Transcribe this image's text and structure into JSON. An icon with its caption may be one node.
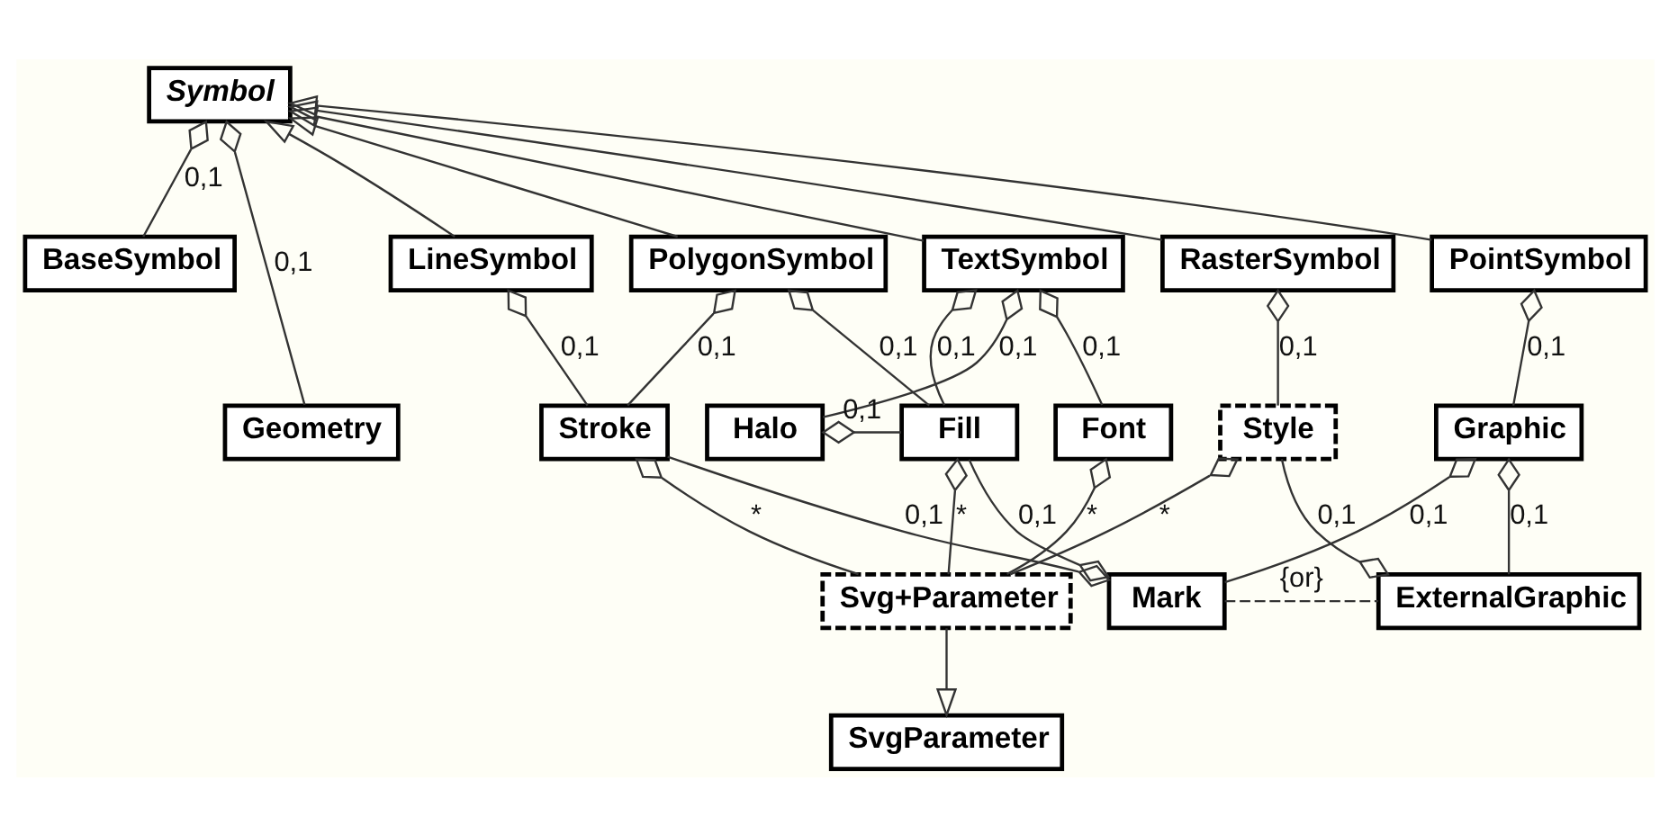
{
  "diagram": {
    "nodes": [
      {
        "text": [
          "Symbol"
        ]
      },
      {
        "text": [
          "BaseSymbol"
        ]
      },
      {
        "text": [
          "LineSymbol"
        ]
      },
      {
        "text": [
          "PolygonSymbol"
        ]
      },
      {
        "text": [
          "TextSymbol"
        ]
      },
      {
        "text": [
          "PointSymbol"
        ]
      },
      {
        "text": [
          "RasterSymbol"
        ]
      },
      {
        "text": [
          "Geometry"
        ]
      },
      {
        "text": [
          "Stroke"
        ]
      },
      {
        "text": [
          "Fill"
        ]
      },
      {
        "text": [
          "Halo"
        ]
      },
      {
        "text": [
          "Font"
        ]
      },
      {
        "text": [
          "Graphic"
        ]
      },
      {
        "text": [
          "Style"
        ]
      },
      {
        "text": [
          "SvgParameter"
        ]
      },
      {
        "text": [
          "Svg+Parameter"
        ]
      },
      {
        "text": [
          "Mark"
        ]
      },
      {
        "text": [
          "ExternalGraphic"
        ]
      }
    ],
    "edges": [
      {
        "from": 0,
        "to": 1,
        "arrow": "other",
        "label": "0,1"
      },
      {
        "from": 0,
        "to": 7,
        "arrow": "other",
        "label": "0,1"
      },
      {
        "from": 2,
        "to": 0,
        "arrow": "to"
      },
      {
        "from": 3,
        "to": 0,
        "arrow": "to"
      },
      {
        "from": 4,
        "to": 0,
        "arrow": "to"
      },
      {
        "from": 5,
        "to": 0,
        "arrow": "to"
      },
      {
        "from": 6,
        "to": 0,
        "arrow": "to"
      },
      {
        "from": 2,
        "to": 8,
        "arrow": "other",
        "label": "0,1"
      },
      {
        "from": 3,
        "to": 8,
        "arrow": "other",
        "label": "0,1"
      },
      {
        "from": 3,
        "to": 9,
        "arrow": "other",
        "label": "0,1"
      },
      {
        "from": 4,
        "to": 9,
        "arrow": "other",
        "label": "0,1"
      },
      {
        "from": 4,
        "to": 10,
        "arrow": "other",
        "label": "0,1"
      },
      {
        "from": 4,
        "to": 11,
        "arrow": "other",
        "label": "0,1"
      },
      {
        "from": 5,
        "to": 12,
        "arrow": "other",
        "label": "0,1"
      },
      {
        "from": 6,
        "to": 13,
        "arrow": "other",
        "label": "0,1"
      },
      {
        "from": 10,
        "to": 9,
        "arrow": "other",
        "label": "0,1"
      },
      {
        "from": 8,
        "to": 15,
        "arrow": "other",
        "label": "*"
      },
      {
        "from": 9,
        "to": 15,
        "arrow": "other",
        "label": "*"
      },
      {
        "from": 11,
        "to": 15,
        "arrow": "other",
        "label": "*"
      },
      {
        "from": 13,
        "to": 15,
        "arrow": "other",
        "label": "*"
      },
      {
        "from": 15,
        "to": 14,
        "arrow": "to"
      },
      {
        "from": 12,
        "to": 16,
        "arrow": "other",
        "label": "0,1"
      },
      {
        "from": 12,
        "to": 17,
        "arrow": "other",
        "label": "0,1"
      },
      {
        "from": 17,
        "to": 13,
        "arrow": "other",
        "label": "0,1"
      },
      {
        "from": 16,
        "to": 8,
        "arrow": "other",
        "label": "0,1"
      },
      {
        "from": 16,
        "to": 9,
        "arrow": "other",
        "label": "0,1"
      },
      {
        "from": 16,
        "to": 17,
        "arrow": "none",
        "style": "dashed",
        "label": "{or}"
      }
    ]
  }
}
